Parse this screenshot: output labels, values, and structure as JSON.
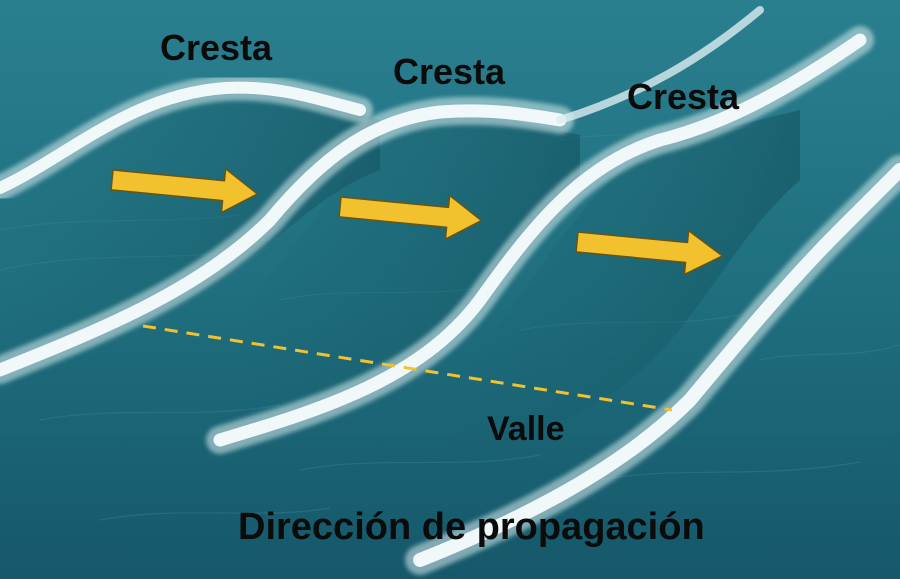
{
  "labels": {
    "crest_1": "Cresta",
    "crest_2": "Cresta",
    "crest_3": "Cresta",
    "trough": "Valle",
    "direction": "Dirección de propagación"
  },
  "colors": {
    "sea": "#1f6f7e",
    "sea_dark": "#14525f",
    "foam": "#eef6f7",
    "arrow": "#f2c12e",
    "arrow_outline": "#6b5410",
    "dashed_line": "#f2c12e",
    "text": "#0b0b0b"
  },
  "icons": {
    "arrow": "right-arrow-icon"
  }
}
